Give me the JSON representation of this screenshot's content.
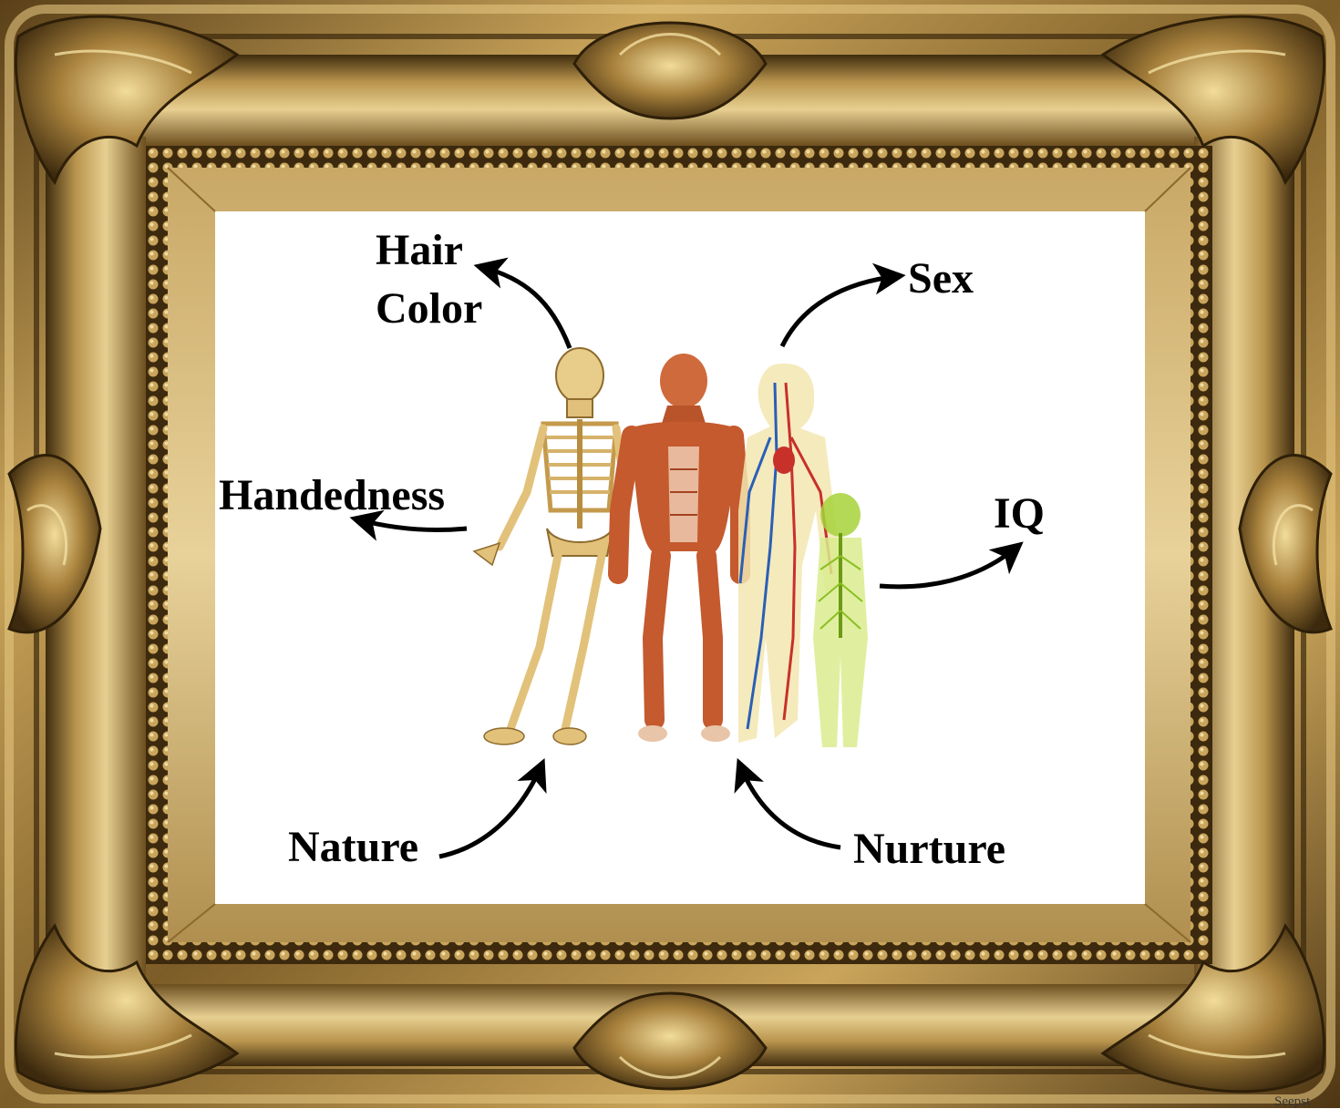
{
  "labels": {
    "hair_color": "Hair\nColor",
    "sex": "Sex",
    "handedness": "Handedness",
    "iq": "IQ",
    "nature": "Nature",
    "nurture": "Nurture",
    "credit": "Seepst"
  },
  "icons": [
    "ornate-gold-frame",
    "skeleton-figure",
    "muscle-figure",
    "circulatory-figure",
    "nervous-system-child-figure"
  ],
  "colors": {
    "frame_gold": "#9b7a36",
    "frame_dark": "#4a3514",
    "frame_light": "#e4c98a",
    "canvas": "#ffffff",
    "arrow": "#000000",
    "bone": "#e2c27a",
    "muscle": "#c1502a",
    "vein": "#2a5fb5",
    "artery": "#c8302a",
    "nerve": "#9ccc2c"
  }
}
